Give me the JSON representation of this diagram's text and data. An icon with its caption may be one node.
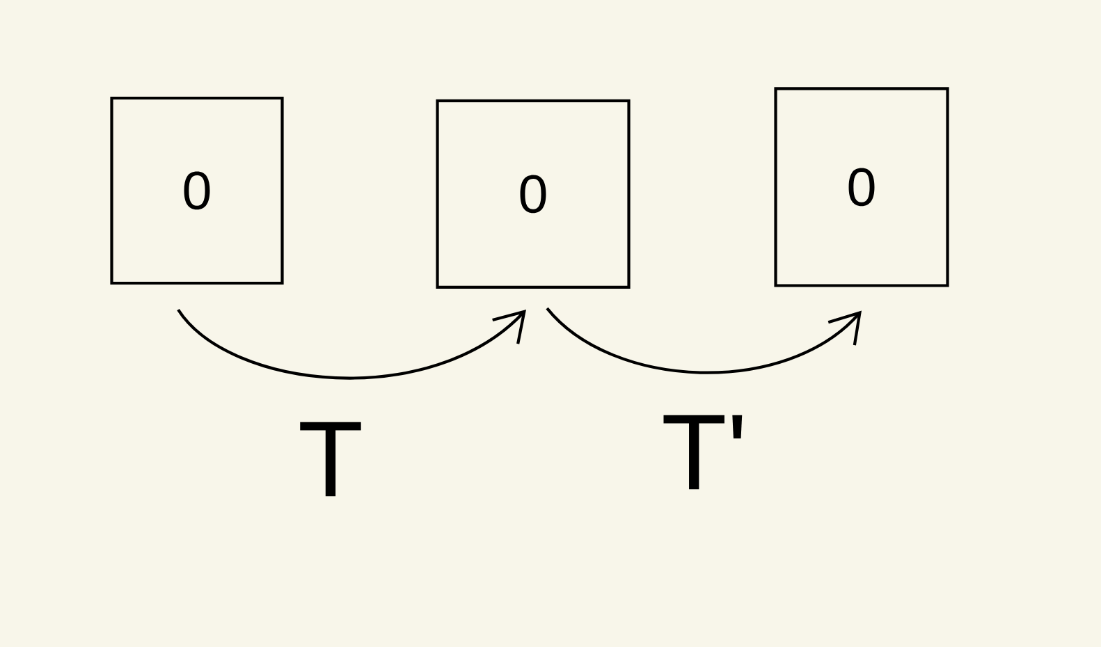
{
  "diagram": {
    "nodes": [
      {
        "text": [
          "0"
        ]
      },
      {
        "text": [
          "0"
        ]
      },
      {
        "text": [
          "0"
        ]
      }
    ],
    "edges": [
      {
        "from": 0,
        "to": 1,
        "arrow": "to",
        "label": "T"
      },
      {
        "from": 1,
        "to": 2,
        "arrow": "to",
        "label": "T'"
      }
    ]
  }
}
